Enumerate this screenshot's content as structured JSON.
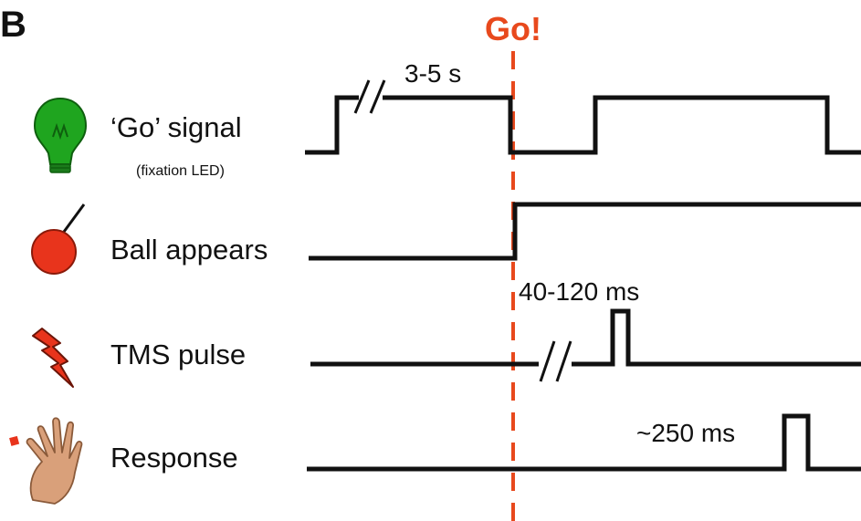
{
  "panel_label": "B",
  "go_marker": {
    "label": "Go!",
    "color": "#e8491d"
  },
  "rows": [
    {
      "label": "‘Go’ signal",
      "sublabel": "(fixation LED)",
      "icon": "lightbulb-icon",
      "icon_color": "#1fa51f"
    },
    {
      "label": "Ball appears",
      "icon": "red-ball-icon",
      "icon_color": "#e8341c"
    },
    {
      "label": "TMS pulse",
      "icon": "lightning-bolt-icon",
      "icon_color": "#e8341c"
    },
    {
      "label": "Response",
      "icon": "hand-icon",
      "icon_color": "#d9a07a"
    }
  ],
  "annotations": {
    "go_delay": "3-5 s",
    "tms_delay": "40-120 ms",
    "response_delay": "~250 ms"
  },
  "colors": {
    "trace": "#111111",
    "accent": "#e8491d"
  }
}
